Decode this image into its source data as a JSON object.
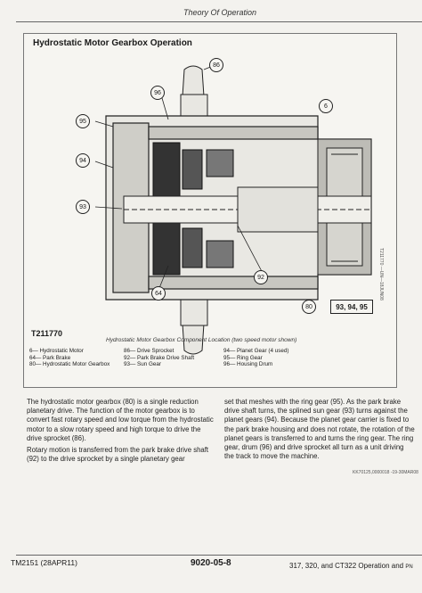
{
  "header": {
    "section_title": "Theory Of Operation"
  },
  "figure": {
    "title": "Hydrostatic Motor Gearbox Operation",
    "callouts": [
      "86",
      "96",
      "6",
      "95",
      "94",
      "93",
      "92",
      "64",
      "80"
    ],
    "callout_box": "93, 94, 95",
    "figure_id": "T211770",
    "side_code": "T211770 —UN—18JUN08",
    "caption": "Hydrostatic Motor Gearbox Component Location (two speed motor shown)",
    "legend": [
      [
        "6— Hydrostatic Motor",
        "64— Park Brake",
        "80— Hydrostatic Motor Gearbox"
      ],
      [
        "86— Drive Sprocket",
        "92— Park Brake Drive Shaft",
        "93— Sun Gear"
      ],
      [
        "94— Planet Gear (4 used)",
        "95— Ring Gear",
        "96— Housing Drum"
      ]
    ]
  },
  "body": {
    "col1": [
      "The hydrostatic motor gearbox (80) is a single reduction planetary drive. The function of the motor gearbox is to convert fast rotary speed and low torque from the hydrostatic motor to a slow rotary speed and high torque to drive the drive sprocket (86).",
      "Rotary motion is transferred from the park brake drive shaft (92) to the drive sprocket by a single planetary gear"
    ],
    "col2": [
      "set that meshes with the ring gear (95). As the park brake drive shaft turns, the splined sun gear (93) turns against the planet gears (94). Because the planet gear carrier is fixed to the park brake housing and does not rotate, the rotation of the planet gears is transferred to and turns the ring gear. The ring gear, drum (96) and drive sprocket all turn as a unit driving the track to move the machine."
    ],
    "ref_code": "KK70125,0000018 -19-30MAR08"
  },
  "footer": {
    "left": "TM2151 (28APR11)",
    "center": "9020-05-8",
    "right": "317, 320, and CT322 Operation and",
    "right_tail": "PN"
  }
}
